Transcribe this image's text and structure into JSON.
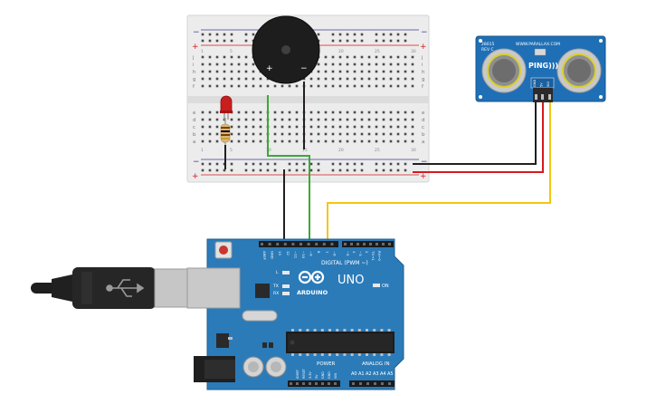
{
  "breadboard": {
    "rail_top_left_minus": "−",
    "rail_top_left_plus": "+",
    "rail_top_right_minus": "−",
    "rail_top_right_plus": "+",
    "rail_bottom_left_minus": "−",
    "rail_bottom_left_plus": "+",
    "rail_bottom_right_minus": "−",
    "rail_bottom_right_plus": "+",
    "rows_upper": [
      "j",
      "i",
      "h",
      "g",
      "f"
    ],
    "rows_lower": [
      "e",
      "d",
      "c",
      "b",
      "a"
    ],
    "column_numbers": [
      "1",
      "",
      "",
      "",
      "5",
      "",
      "",
      "",
      "",
      "10",
      "",
      "",
      "",
      "",
      "15",
      "",
      "",
      "",
      "",
      "20",
      "",
      "",
      "",
      "",
      "25",
      "",
      "",
      "",
      "",
      "30"
    ]
  },
  "buzzer": {
    "plus_label": "+",
    "minus_label": "−"
  },
  "ping_sensor": {
    "board_code": "28015",
    "revision": "REV C",
    "website": "WWW.PARALLAX.COM",
    "brand": "PING)))",
    "pin_labels": [
      "GND",
      "5V",
      "SIG"
    ]
  },
  "arduino": {
    "brand": "ARDUINO",
    "model": "UNO",
    "digital_label": "DIGITAL (PWM ~)",
    "analog_label": "ANALOG IN",
    "power_label": "POWER",
    "led_labels": [
      "L",
      "TX",
      "RX"
    ],
    "on_label": "ON",
    "top_pin_labels": [
      "AREF",
      "GND",
      "13",
      "12",
      "~11",
      "~10",
      "~9",
      "8",
      "7",
      "~6",
      "~5",
      "4",
      "~3",
      "2",
      "TX→1",
      "RX←0"
    ],
    "power_pin_labels": [
      "IOREF",
      "RESET",
      "3.3V",
      "5V",
      "GND",
      "GND",
      "VIN"
    ],
    "analog_pin_labels": [
      "A0",
      "A1",
      "A2",
      "A3",
      "A4",
      "A5"
    ]
  },
  "colors": {
    "wire_black": "#231f20",
    "wire_red": "#d7191c",
    "wire_green": "#3aa935",
    "wire_yellow": "#f3c614",
    "arduino_board": "#2b7bb9",
    "breadboard": "#eaeaea",
    "sensor_board": "#1f6fb6"
  }
}
